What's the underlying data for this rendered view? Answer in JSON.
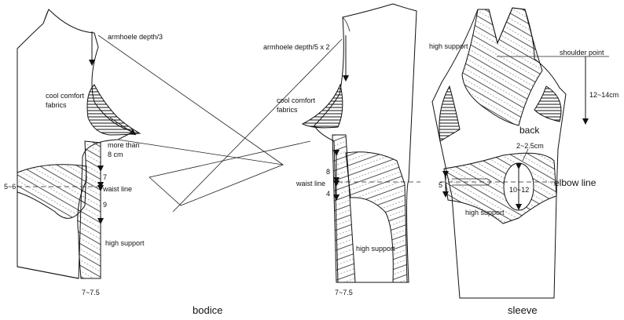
{
  "labels": {
    "armhole_depth_left": "armhoele depth/3",
    "armhole_depth_right": "armhoele depth/5 x 2",
    "cool_comfort_left_1": "cool comfort",
    "cool_comfort_left_2": "fabrics",
    "cool_comfort_right_1": "cool comfort",
    "cool_comfort_right_2": "fabrics",
    "more_than_1": "more than",
    "more_than_2": "8 cm",
    "num_5_6": "5~6",
    "num_7_left": "7",
    "waist_line_left": "waist line",
    "num_9_left": "9",
    "high_support_left": "high support",
    "num_7_75_left": "7~7.5",
    "num_8_right": "8",
    "waist_line_right": "waist line",
    "num_4_right": "4",
    "high_support_right": "high support",
    "num_7_75_right": "7~7.5",
    "high_support_sleeve_top": "high support",
    "shoulder_point": "shoulder point",
    "num_12_14": "12~14cm",
    "back": "back",
    "num_2_25": "2~2.5cm",
    "num_5_sleeve": "5",
    "num_10_12": "10~12",
    "elbow_line": "elbow line",
    "high_support_sleeve_bottom": "high support",
    "caption_bodice": "bodice",
    "caption_sleeve": "sleeve"
  }
}
